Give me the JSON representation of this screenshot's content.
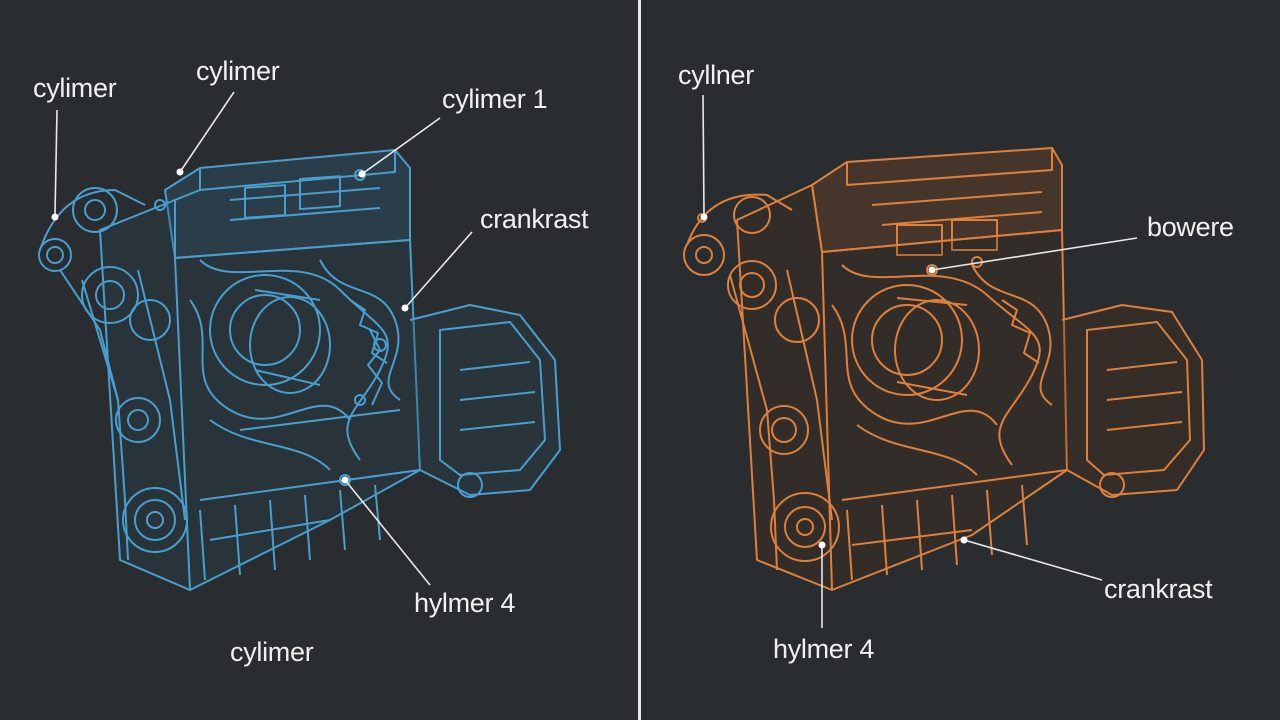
{
  "colors": {
    "background": "#2a2d30",
    "divider": "#e9e9e9",
    "blue": "#4aa6d8",
    "orange": "#e8853c",
    "text": "#f0f0f0"
  },
  "left": {
    "labels": {
      "top_left": "cylimer",
      "top_center": "cylimer",
      "top_right": "cylimer 1",
      "mid_right": "crankrast",
      "bottom_right": "hylmer 4",
      "bottom_center": "cylimer"
    }
  },
  "right": {
    "labels": {
      "top_left": "cyllner",
      "mid_right": "bowere",
      "bottom_right": "crankrast",
      "bottom_center": "hylmer 4"
    }
  }
}
